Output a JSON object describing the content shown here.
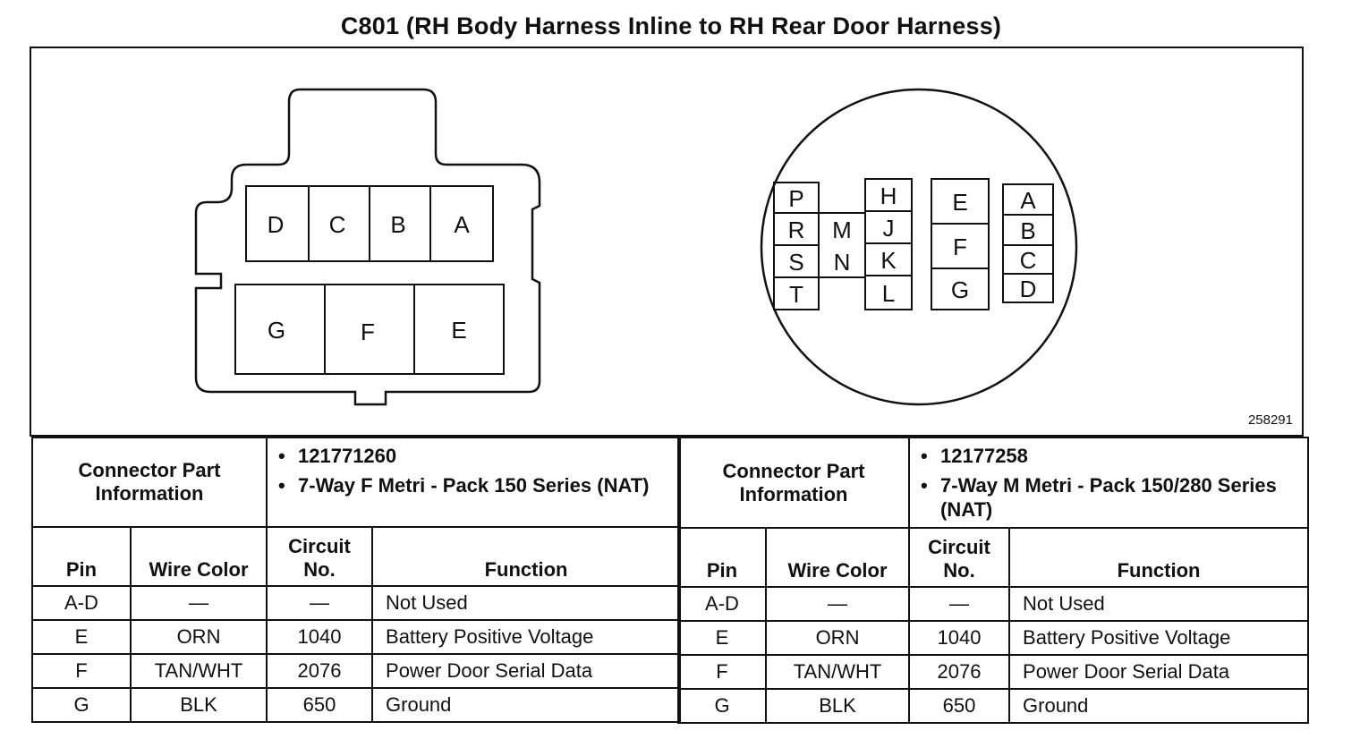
{
  "title": "C801 (RH Body Harness Inline to RH Rear Door Harness)",
  "figure_id": "258291",
  "connector_left": {
    "face_pins": [
      "D",
      "C",
      "B",
      "A",
      "G",
      "F",
      "E"
    ]
  },
  "connector_right": {
    "face_pins": [
      "P",
      "R",
      "S",
      "T",
      "M",
      "N",
      "H",
      "J",
      "K",
      "L",
      "E",
      "F",
      "G",
      "A",
      "B",
      "C",
      "D"
    ]
  },
  "tables": [
    {
      "part_info_label": "Connector Part Information",
      "part_numbers": [
        "121771260",
        "7-Way F Metri - Pack 150 Series (NAT)"
      ],
      "columns": [
        "Pin",
        "Wire Color",
        "Circuit No.",
        "Function"
      ],
      "rows": [
        [
          "A-D",
          "—",
          "—",
          "Not Used"
        ],
        [
          "E",
          "ORN",
          "1040",
          "Battery Positive Voltage"
        ],
        [
          "F",
          "TAN/WHT",
          "2076",
          "Power Door Serial Data"
        ],
        [
          "G",
          "BLK",
          "650",
          "Ground"
        ]
      ]
    },
    {
      "part_info_label": "Connector Part Information",
      "part_numbers": [
        "12177258",
        "7-Way M Metri - Pack 150/280 Series (NAT)"
      ],
      "columns": [
        "Pin",
        "Wire Color",
        "Circuit No.",
        "Function"
      ],
      "rows": [
        [
          "A-D",
          "—",
          "—",
          "Not Used"
        ],
        [
          "E",
          "ORN",
          "1040",
          "Battery Positive Voltage"
        ],
        [
          "F",
          "TAN/WHT",
          "2076",
          "Power Door Serial Data"
        ],
        [
          "G",
          "BLK",
          "650",
          "Ground"
        ]
      ]
    }
  ]
}
